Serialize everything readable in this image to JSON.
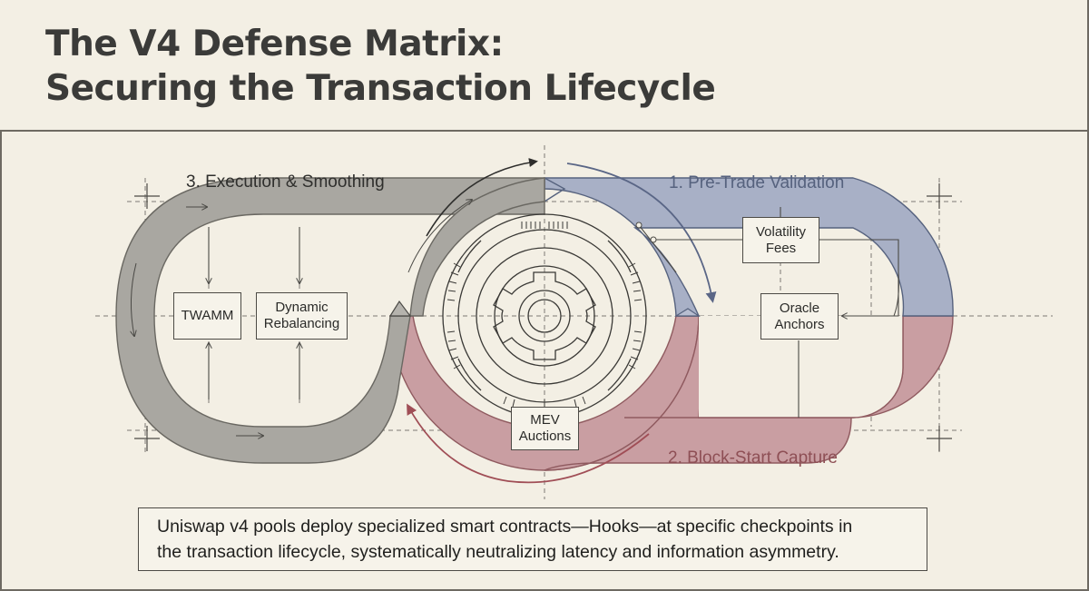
{
  "title": {
    "line1": "The V4 Defense Matrix:",
    "line2": "Securing the Transaction Lifecycle"
  },
  "stages": {
    "execution": "3. Execution & Smoothing",
    "pre_trade": "1. Pre-Trade Validation",
    "block_start": "2. Block-Start Capture"
  },
  "boxes": {
    "twamm": [
      "TWAMM"
    ],
    "dynamic_rebalancing": [
      "Dynamic",
      "Rebalancing"
    ],
    "volatility_fees": [
      "Volatility",
      "Fees"
    ],
    "oracle_anchors": [
      "Oracle",
      "Anchors"
    ],
    "mev_auctions": [
      "MEV",
      "Auctions"
    ]
  },
  "summary": {
    "line1": "Uniswap v4 pools deploy specialized smart contracts—Hooks—at specific checkpoints in",
    "line2": "the transaction lifecycle, systematically neutralizing latency and information asymmetry."
  },
  "colors": {
    "background": "#f3efe4",
    "execution_band": "#a9a7a1",
    "pre_trade_band": "#a8b0c6",
    "block_start_band": "#c99ea2",
    "pre_trade_text": "#56627e",
    "block_start_text": "#8e4f55"
  }
}
